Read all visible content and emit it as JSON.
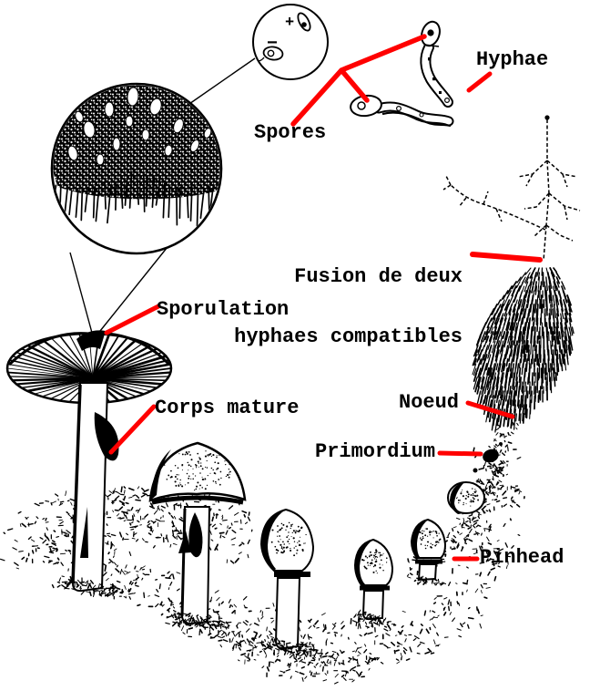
{
  "figure": {
    "background_color": "#ffffff",
    "ink_color": "#000000",
    "annotation_color": "#ff0000",
    "stages": {
      "spores": "Spores",
      "hyphae": "Hyphae",
      "fusion_line1": "Fusion de deux",
      "fusion_line2": "hyphaes compatibles",
      "sporulation": "Sporulation",
      "corps_mature": "Corps mature",
      "noeud": "Noeud",
      "primordium": "Primordium",
      "pinhead": "Pinhead"
    },
    "mating_signs": {
      "plus": "+",
      "minus": "−"
    }
  }
}
